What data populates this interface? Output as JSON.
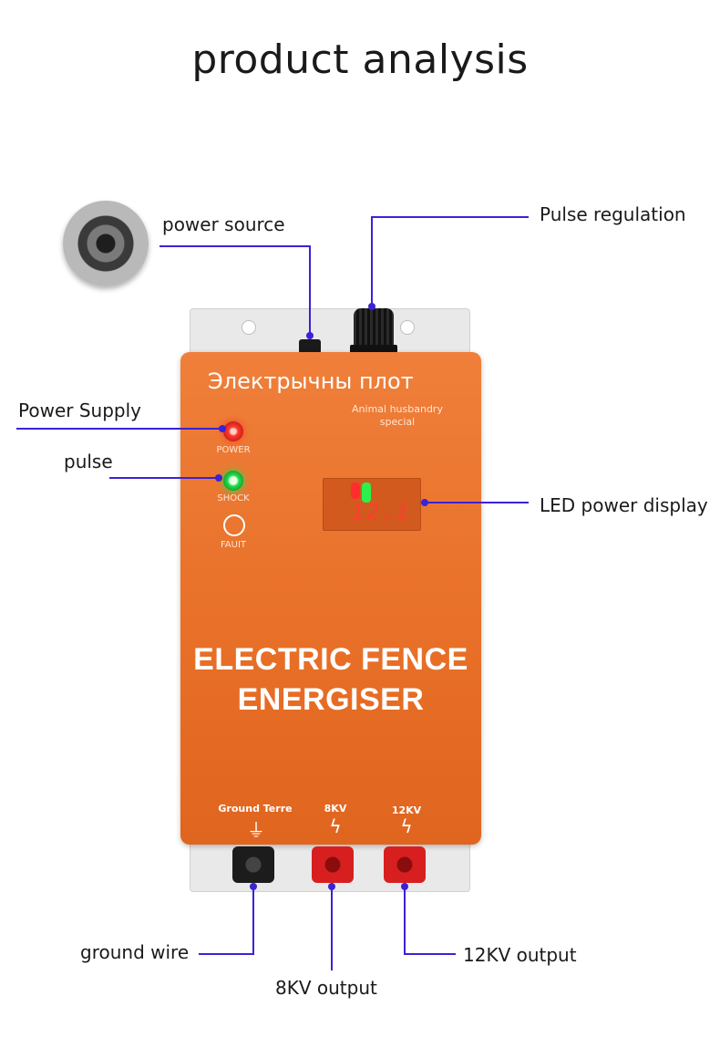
{
  "page_title": "product analysis",
  "callouts": {
    "power_source": "power source",
    "pulse_regulation": "Pulse regulation",
    "power_supply": "Power Supply",
    "pulse": "pulse",
    "led_power_display": "LED power display",
    "ground_wire": "ground wire",
    "output_8kv": "8KV output",
    "output_12kv": "12KV output"
  },
  "device": {
    "title_ru": "Электрычны плот",
    "subtitle_line1": "Animal husbandry",
    "subtitle_line2": "special",
    "indicators": [
      {
        "label": "POWER",
        "color": "#ff3b2f"
      },
      {
        "label": "SHOCK",
        "color": "#22e04a"
      },
      {
        "label": "FAUIT",
        "color": "none"
      }
    ],
    "display_value": "12.1",
    "name_line1": "ELECTRIC FENCE",
    "name_line2": "ENERGISER",
    "terminals": [
      {
        "label": "Ground Terre",
        "symbol": "⏚",
        "color": "#1c1c1c"
      },
      {
        "label": "8KV",
        "symbol": "ϟ",
        "color": "#d81f1f"
      },
      {
        "label": "12KV",
        "symbol": "ϟ",
        "color": "#d81f1f"
      }
    ]
  },
  "colors": {
    "callout_line": "#3a23d6",
    "device_body": "#e86f27"
  }
}
